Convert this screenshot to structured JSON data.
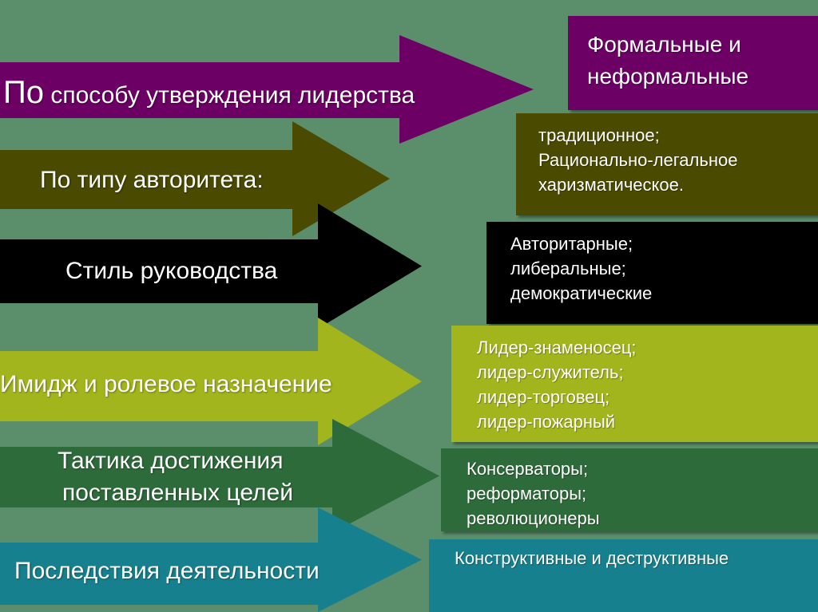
{
  "colors": {
    "background": "#5b8e6b",
    "purple": "#6c0065",
    "olive": "#4a4a00",
    "black": "#000000",
    "lime": "#a3b51c",
    "green": "#2e6b3a",
    "teal": "#17808f"
  },
  "arrows": [
    {
      "prefix": "По",
      "label": "способу утверждения лидерства",
      "color": "#6c0065"
    },
    {
      "label": "По типу авторитета:",
      "color": "#4a4a00"
    },
    {
      "label": "Стиль руководства",
      "color": "#000000"
    },
    {
      "label": "Имидж и ролевое назначение",
      "color": "#a3b51c"
    },
    {
      "label_line1": "Тактика достижения",
      "label_line2": "поставленных целей",
      "color": "#2e6b3a"
    },
    {
      "label": "Последствия деятельности",
      "color": "#17808f"
    }
  ],
  "boxes": [
    {
      "text": "Формальные и\nнеформальные",
      "color": "#6c0065"
    },
    {
      "text": "традиционное;\nРационально-легальное\nхаризматическое.",
      "color": "#4a4a00"
    },
    {
      "text": "Авторитарные;\nлиберальные;\nдемократические",
      "color": "#000000"
    },
    {
      "text": "Лидер-знаменосец;\nлидер-служитель;\nлидер-торговец;\nлидер-пожарный",
      "color": "#a3b51c"
    },
    {
      "text": "Консерваторы;\nреформаторы;\nреволюционеры",
      "color": "#2e6b3a"
    },
    {
      "text": "Конструктивные и деструктивные",
      "color": "#17808f"
    }
  ]
}
